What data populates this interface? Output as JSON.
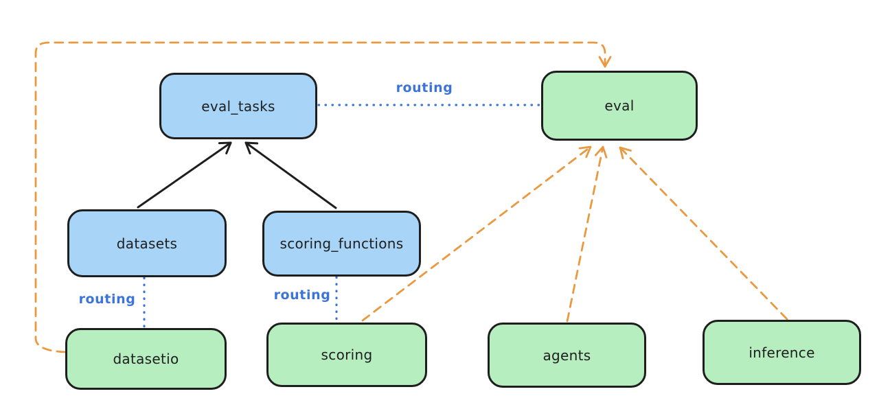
{
  "diagram": {
    "palette": {
      "background": "#ffffff",
      "node_stroke": "#1e1e1e",
      "blue_node_fill": "#a7d4f7",
      "green_node_fill": "#b7eec0",
      "solid_arrow": "#1e1e1e",
      "routing_blue": "#3d74d9",
      "provider_orange": "#e9993f"
    },
    "nodes": [
      {
        "id": "eval_tasks",
        "label": "eval_tasks",
        "fill": "blue"
      },
      {
        "id": "eval",
        "label": "eval",
        "fill": "green"
      },
      {
        "id": "datasets",
        "label": "datasets",
        "fill": "blue"
      },
      {
        "id": "scoring_functions",
        "label": "scoring_functions",
        "fill": "blue"
      },
      {
        "id": "datasetio",
        "label": "datasetio",
        "fill": "green"
      },
      {
        "id": "scoring",
        "label": "scoring",
        "fill": "green"
      },
      {
        "id": "agents",
        "label": "agents",
        "fill": "green"
      },
      {
        "id": "inference",
        "label": "inference",
        "fill": "green"
      }
    ],
    "edges": [
      {
        "from": "datasets",
        "to": "eval_tasks",
        "style": "solid-black-arrow",
        "label": ""
      },
      {
        "from": "scoring_functions",
        "to": "eval_tasks",
        "style": "solid-black-arrow",
        "label": ""
      },
      {
        "from": "eval_tasks",
        "to": "eval",
        "style": "dotted-blue",
        "label": "routing"
      },
      {
        "from": "datasets",
        "to": "datasetio",
        "style": "dotted-blue",
        "label": "routing"
      },
      {
        "from": "scoring_functions",
        "to": "scoring",
        "style": "dotted-blue",
        "label": "routing"
      },
      {
        "from": "datasetio",
        "to": "eval",
        "style": "dashed-orange-arrow",
        "label": ""
      },
      {
        "from": "scoring",
        "to": "eval",
        "style": "dashed-orange-arrow",
        "label": ""
      },
      {
        "from": "agents",
        "to": "eval",
        "style": "dashed-orange-arrow",
        "label": ""
      },
      {
        "from": "inference",
        "to": "eval",
        "style": "dashed-orange-arrow",
        "label": ""
      }
    ]
  }
}
